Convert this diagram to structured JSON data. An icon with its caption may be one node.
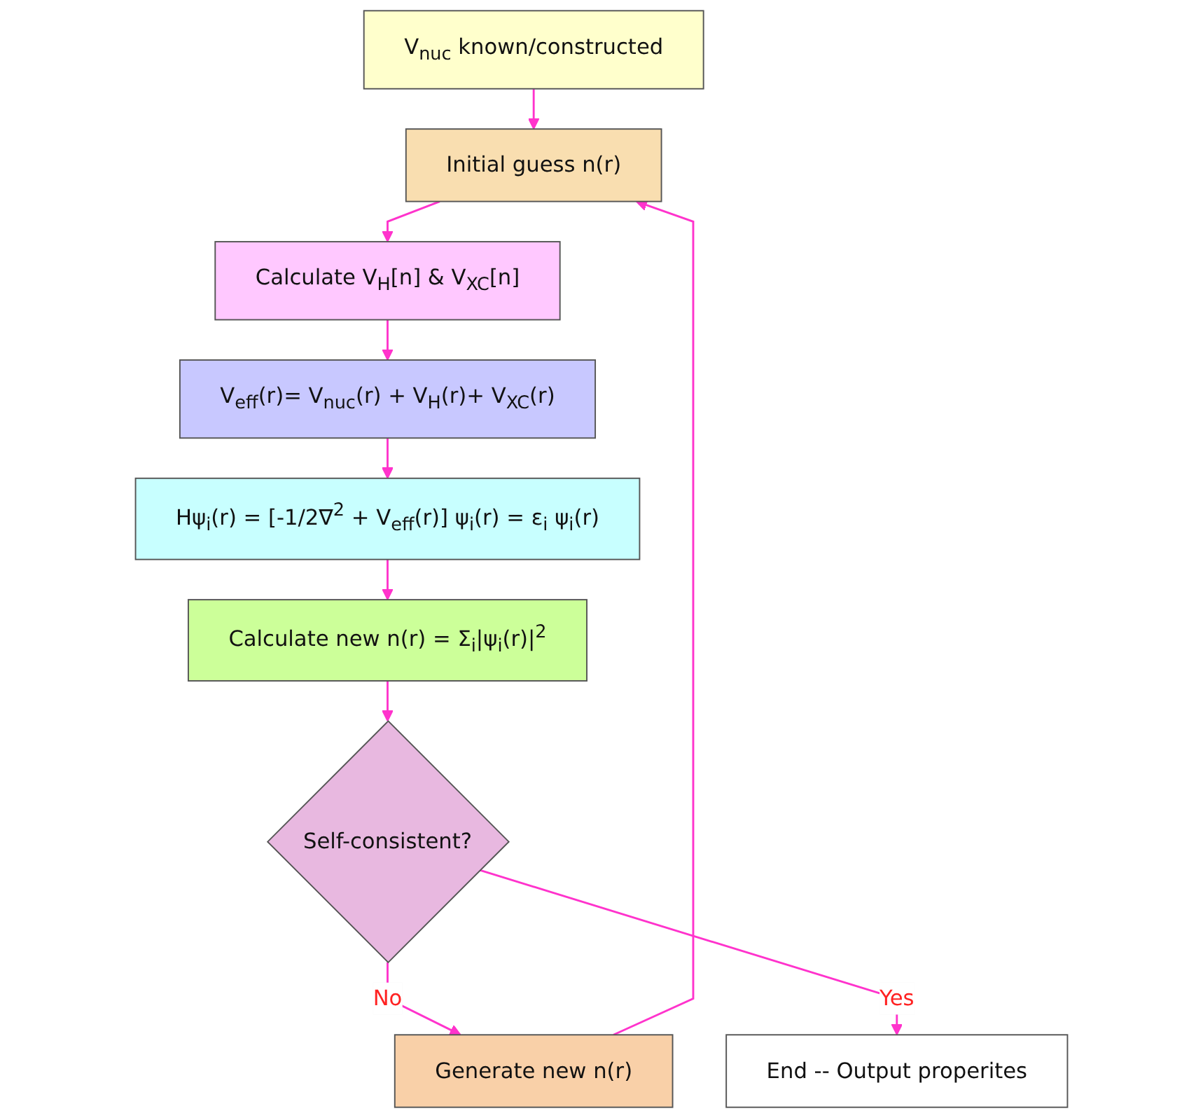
{
  "diagram": {
    "nodes": [
      {
        "text": [
          "V$_{nuc}$ known/constructed"
        ]
      },
      {
        "text": [
          "Initial guess n(r)"
        ]
      },
      {
        "text": [
          "Calculate V$_{H}$[n] & V$_{XC}$[n]"
        ]
      },
      {
        "text": [
          "V$_{eff}$(r)= V$_{nuc}$(r) + V$_{H}$(r)+ V$_{XC}$(r)"
        ]
      },
      {
        "text": [
          "Hψ$_{i}$(r) = [-1/2∇$^{2}$ + V$_{eff}$(r)] ψ$_{i}$(r) = ε$_{i}$ ψ$_{i}$(r)"
        ]
      },
      {
        "text": [
          "Calculate new n(r) = Σ$_{i}$|ψ$_{i}$(r)|$^{2}$"
        ]
      },
      {
        "text": [
          "Self-consistent?"
        ]
      },
      {
        "text": [
          "End -- Output properites"
        ]
      },
      {
        "text": [
          "Generate new n(r)"
        ]
      }
    ],
    "edges": [
      {
        "from": 0,
        "to": 1,
        "arrow": "to"
      },
      {
        "from": 1,
        "to": 2,
        "arrow": "to"
      },
      {
        "from": 2,
        "to": 3,
        "arrow": "to"
      },
      {
        "from": 3,
        "to": 4,
        "arrow": "to"
      },
      {
        "from": 4,
        "to": 5,
        "arrow": "to"
      },
      {
        "from": 5,
        "to": 6,
        "arrow": "to"
      },
      {
        "from": 6,
        "to": 8,
        "label": "No",
        "arrow": "to"
      },
      {
        "from": 8,
        "to": 1,
        "arrow": "to"
      },
      {
        "from": 6,
        "to": 7,
        "label": "Yes",
        "arrow": "to"
      }
    ]
  }
}
